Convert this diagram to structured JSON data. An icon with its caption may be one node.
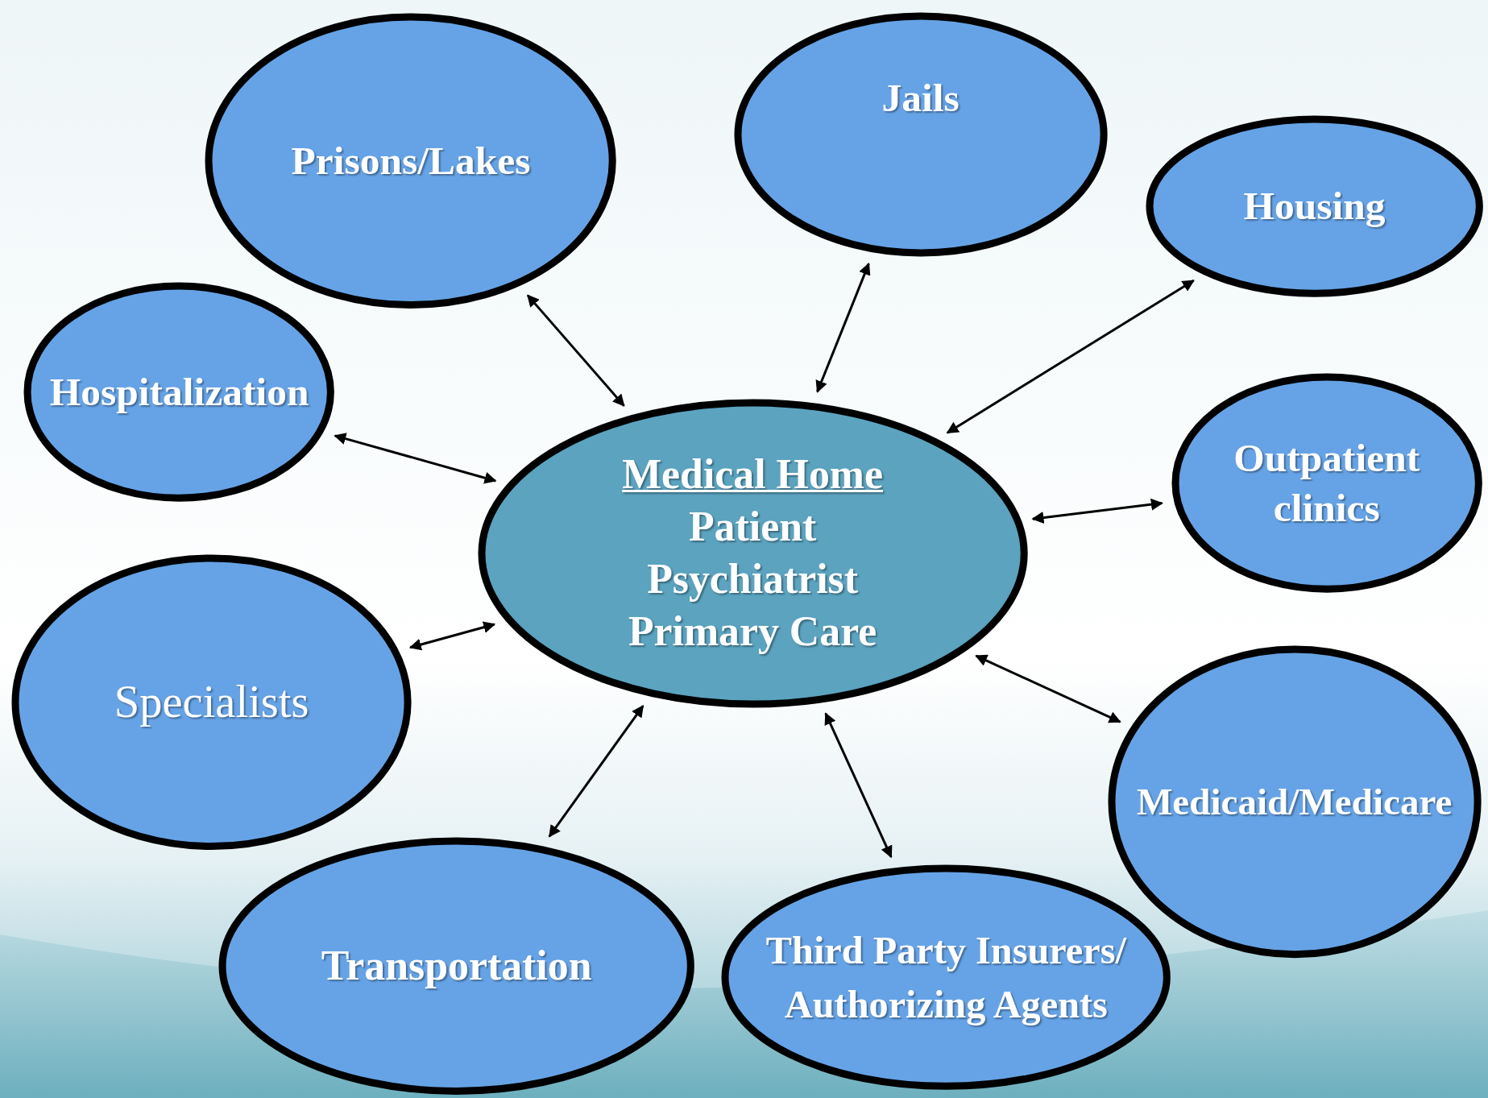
{
  "diagram": {
    "nodes": [
      {
        "text": [
          "Medical Home",
          "Patient",
          "Psychiatrist",
          "Primary Care"
        ]
      },
      {
        "text": [
          "Prisons/Lakes"
        ]
      },
      {
        "text": [
          "Jails"
        ]
      },
      {
        "text": [
          "Housing"
        ]
      },
      {
        "text": [
          "Hospitalization"
        ]
      },
      {
        "text": [
          "Outpatient clinics"
        ]
      },
      {
        "text": [
          "Specialists"
        ]
      },
      {
        "text": [
          "Medicaid/Medicare"
        ]
      },
      {
        "text": [
          "Transportation"
        ]
      },
      {
        "text": [
          "Third Party Insurers/ Authorizing Agents"
        ]
      }
    ],
    "edges": [
      {
        "from": 0,
        "to": 1,
        "arrow": "both"
      },
      {
        "from": 0,
        "to": 2,
        "arrow": "both"
      },
      {
        "from": 0,
        "to": 3,
        "arrow": "both"
      },
      {
        "from": 0,
        "to": 4,
        "arrow": "both"
      },
      {
        "from": 0,
        "to": 5,
        "arrow": "both"
      },
      {
        "from": 0,
        "to": 6,
        "arrow": "both"
      },
      {
        "from": 0,
        "to": 7,
        "arrow": "both"
      },
      {
        "from": 0,
        "to": 8,
        "arrow": "both"
      },
      {
        "from": 0,
        "to": 9,
        "arrow": "both"
      }
    ]
  }
}
